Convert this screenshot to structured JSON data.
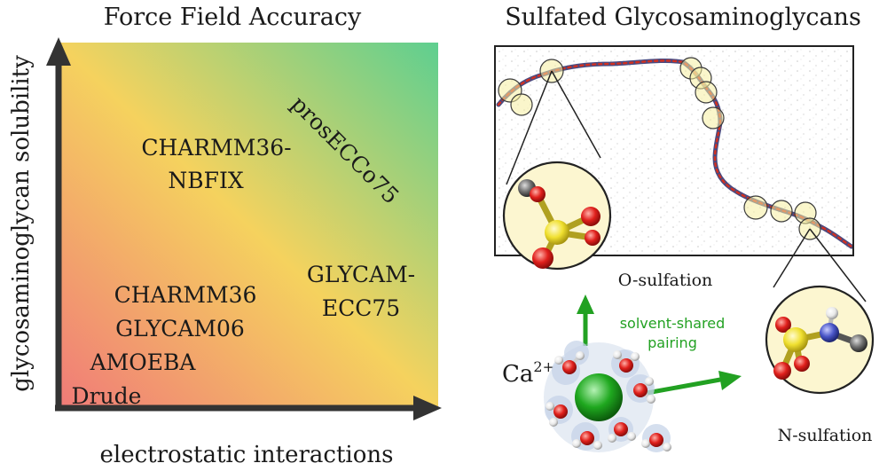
{
  "left_panel": {
    "title": "Force Field Accuracy",
    "y_axis_label": "glycosaminoglycan solubility",
    "x_axis_label": "electrostatic interactions",
    "force_fields": [
      {
        "line1": "CHARMM36-",
        "line2": "NBFIX"
      },
      {
        "line1": "prosECCo75"
      },
      {
        "line1": "GLYCAM-",
        "line2": "ECC75"
      },
      {
        "line1": "CHARMM36"
      },
      {
        "line1": "GLYCAM06"
      },
      {
        "line1": "AMOEBA"
      },
      {
        "line1": "Drude"
      }
    ],
    "gradient_colors": {
      "low": "#f07a78",
      "mid": "#f5d25e",
      "high": "#5ecf90"
    }
  },
  "right_panel": {
    "title": "Sulfated Glycosaminoglycans",
    "o_sulfation_label": "O-sulfation",
    "n_sulfation_label": "N-sulfation",
    "ion_label": "Ca",
    "ion_charge": "2+",
    "pairing_line1": "solvent-shared",
    "pairing_line2": "pairing",
    "colors": {
      "pairing_text": "#22a122",
      "calcium": "#1fa81f",
      "oxygen": "#e0201c",
      "sulfur": "#f0e030",
      "nitrogen": "#4a56c8",
      "carbon": "#707070"
    }
  }
}
